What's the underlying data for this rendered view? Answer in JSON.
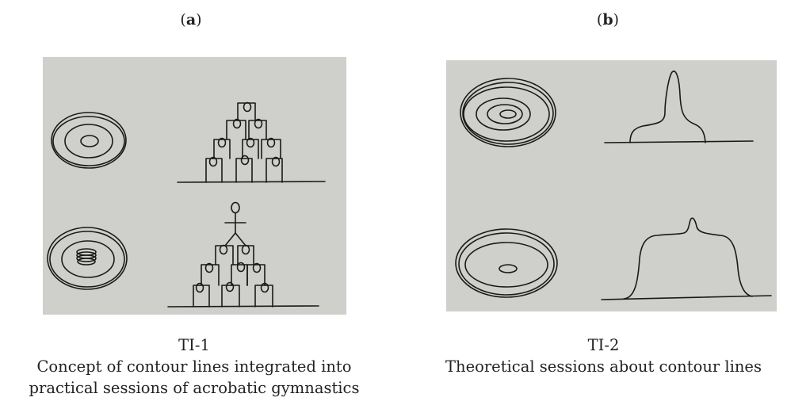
{
  "figure": {
    "panel_a": {
      "label_open": "(",
      "label_letter": "a",
      "label_close": ")",
      "id": "TI-1",
      "caption_line1": "Concept of contour lines integrated into",
      "caption_line2": "practical sessions of acrobatic gymnastics"
    },
    "panel_b": {
      "label_open": "(",
      "label_letter": "b",
      "label_close": ")",
      "id": "TI-2",
      "caption_line1": "Theoretical sessions about contour lines"
    }
  }
}
